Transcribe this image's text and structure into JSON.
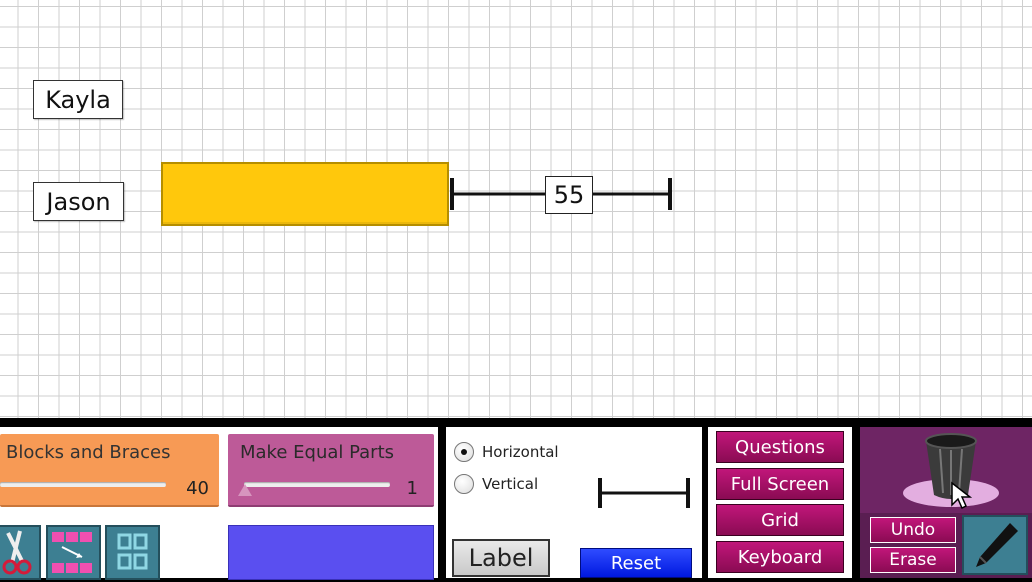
{
  "workspace": {
    "labels": [
      "Kayla",
      "Jason"
    ],
    "brace_value": "55"
  },
  "toolbar": {
    "blocks_slider": {
      "title": "Blocks and Braces",
      "value": "40"
    },
    "parts_slider": {
      "title": "Make Equal Parts",
      "value": "1"
    },
    "orientation": {
      "options": [
        "Horizontal",
        "Vertical"
      ],
      "selected": "Horizontal"
    },
    "label_button": "Label",
    "reset_button": "Reset",
    "menu": [
      "Questions",
      "Full Screen",
      "Grid",
      "Keyboard"
    ],
    "undo_button": "Undo",
    "erase_button": "Erase"
  },
  "colors": {
    "block_yellow": "#ffc80c",
    "blocks_card": "#f79a55",
    "parts_card": "#bd5a98",
    "swatch_blue": "#5a4ff0",
    "menu_magenta": "#a81068",
    "reset_blue": "#0018e0",
    "trash_panel": "#6e2564"
  },
  "icons": [
    "scissors-icon",
    "split-blocks-icon",
    "group-blocks-icon",
    "trash-can-icon",
    "cursor-icon",
    "pencil-icon"
  ]
}
